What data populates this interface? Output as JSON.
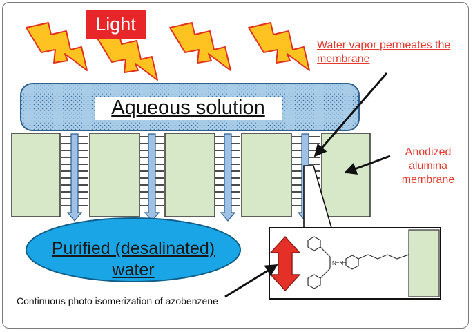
{
  "labels": {
    "light": "Light",
    "water_vapor": "Water vapor permeates the membrane",
    "aqueous": "Aqueous solution",
    "membrane": "Anodized alumina membrane",
    "purified": "Purified (desalinated) water",
    "caption": "Continuous photo isomerization of azobenzene",
    "azo_linkage": "N=N"
  },
  "colors": {
    "lightning_fill": "#ffc321",
    "lightning_stroke": "#e0321e",
    "light_box": "#e8262a",
    "annotation_red": "#e23a2e",
    "solution_fill": "#a9cde8",
    "membrane_fill": "#d7e8c8",
    "pore_arrow": "#9ec1e5",
    "purified_water": "#1aa6e6",
    "isomerization_arrow": "#e53027"
  }
}
